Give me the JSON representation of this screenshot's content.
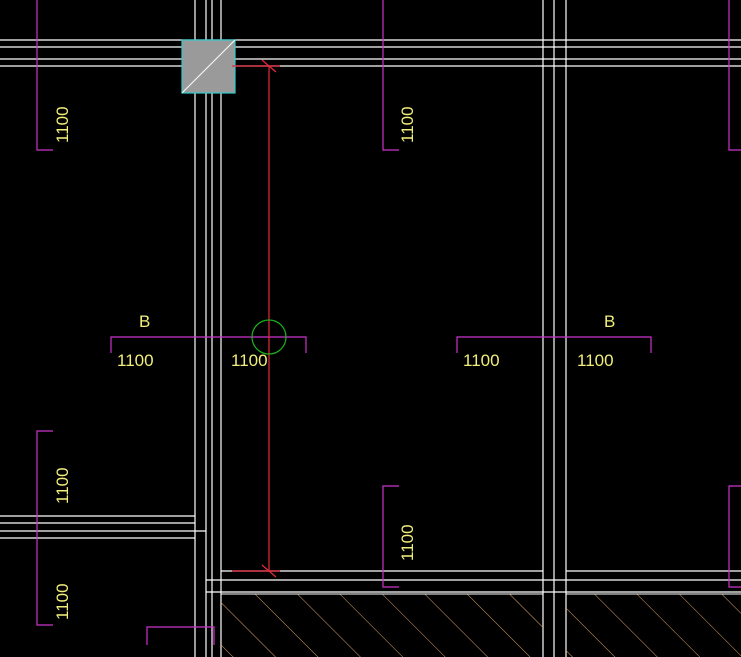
{
  "colors": {
    "background": "#000000",
    "wall": "#ffffff",
    "rebar": "#cc33cc",
    "dimension_text": "#f2ee7a",
    "pick_line": "#e8283c",
    "cursor": "#1db31d",
    "column_fill": "#9a9a9a",
    "column_edge": "#33cccc",
    "hatch": "#d9a366"
  },
  "grid_labels": {
    "b_left": "B",
    "b_right": "B"
  },
  "rebar_labels": {
    "top_left": "1100",
    "top_mid": "1100",
    "mid_left_1": "1100",
    "mid_left_2": "1100",
    "mid_right_1": "1100",
    "mid_right_2": "1100",
    "lower_left_1": "1100",
    "lower_left_2": "1100",
    "lower_mid": "1100"
  }
}
